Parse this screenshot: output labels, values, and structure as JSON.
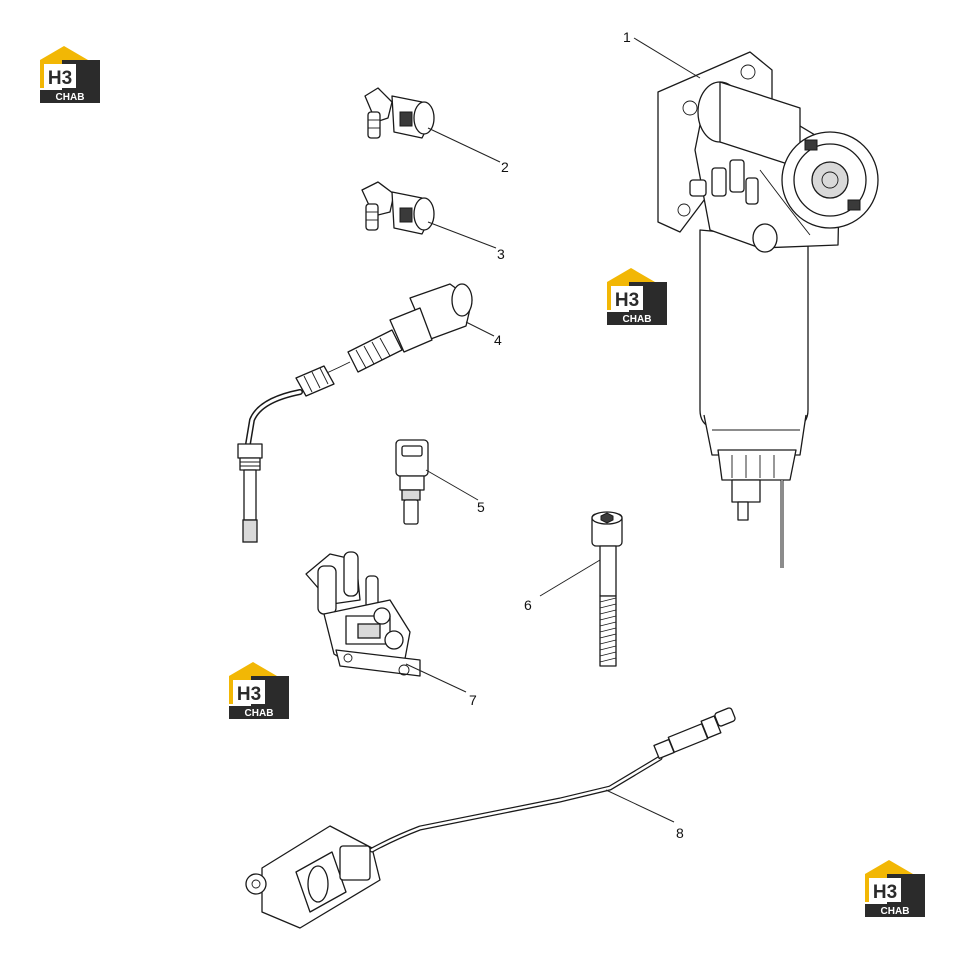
{
  "diagram": {
    "callouts": [
      {
        "id": "1",
        "label": "1"
      },
      {
        "id": "2",
        "label": "2"
      },
      {
        "id": "3",
        "label": "3"
      },
      {
        "id": "4",
        "label": "4"
      },
      {
        "id": "5",
        "label": "5"
      },
      {
        "id": "6",
        "label": "6"
      },
      {
        "id": "7",
        "label": "7"
      },
      {
        "id": "8",
        "label": "8"
      }
    ]
  },
  "watermark": {
    "letters": "H3",
    "subtext": "CHAB",
    "accent_color": "#f2b705",
    "dark_color": "#2b2b2b"
  }
}
